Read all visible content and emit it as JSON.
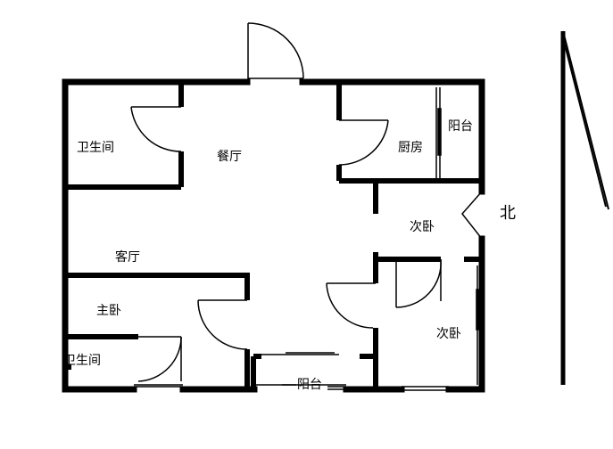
{
  "rooms": {
    "bathroom_top": "卫生间",
    "dining": "餐厅",
    "kitchen": "厨房",
    "balcony_top": "阳台",
    "secondary_bedroom_1": "次卧",
    "living": "客厅",
    "master_bedroom": "主卧",
    "secondary_bedroom_2": "次卧",
    "bathroom_bottom": "卫生间",
    "balcony_bottom": "阳台"
  },
  "compass": {
    "label": "北"
  },
  "colors": {
    "wall": "#000000",
    "background": "#ffffff"
  }
}
